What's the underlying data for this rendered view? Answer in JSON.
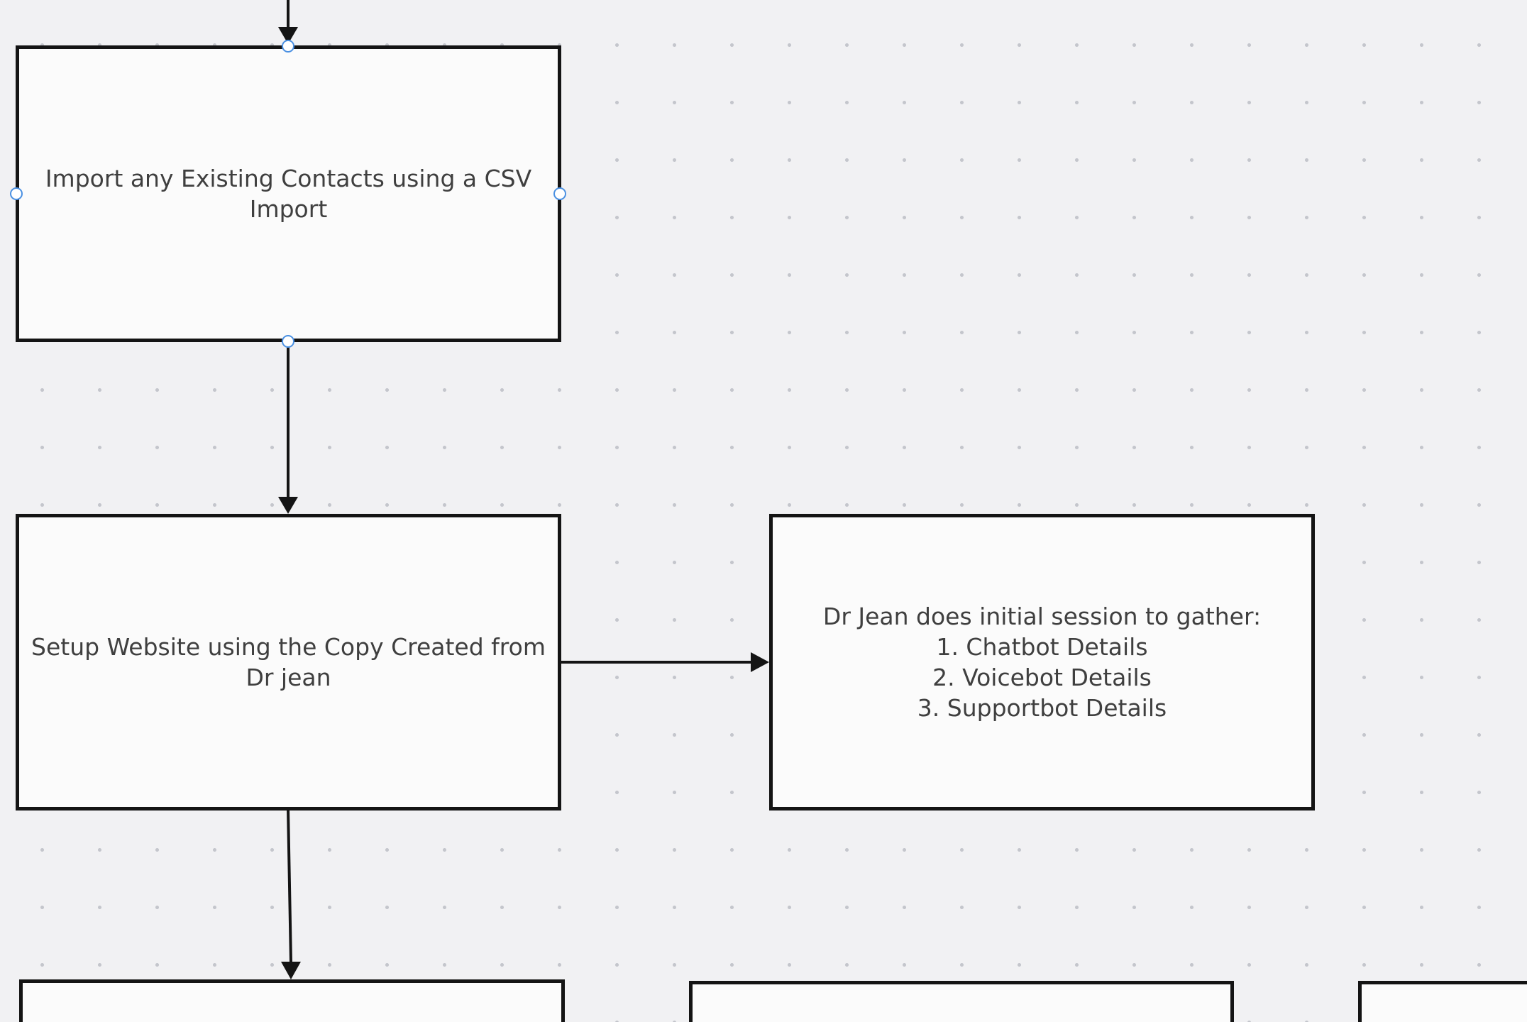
{
  "nodes": {
    "import_contacts": {
      "label": "Import any Existing Contacts using a CSV Import"
    },
    "setup_website": {
      "label": "Setup Website using the Copy Created from Dr jean"
    },
    "initial_session": {
      "intro": "Dr Jean does initial session to gather:",
      "items": [
        {
          "label": "1.  Chatbot Details"
        },
        {
          "label": "2.  Voicebot Details"
        },
        {
          "label": "3.  Supportbot Details"
        }
      ]
    }
  },
  "colors": {
    "canvas": "#f1f1f3",
    "node_fill": "#fbfbfb",
    "node_border": "#141414",
    "text": "#3f3f3f",
    "selection_handle": "#4a90e2"
  }
}
